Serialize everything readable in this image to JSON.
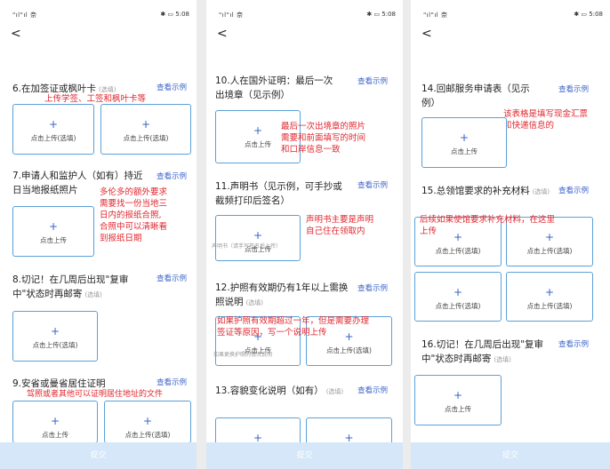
{
  "status_bar": {
    "signal": "\"ıl\"ıl 奈",
    "right": "✱ ▭ 5:08"
  },
  "back_symbol": "<",
  "example_label": "查看示例",
  "upload_label": "点击上传",
  "upload_label_optional": "点击上传(选填)",
  "optional_tag": "(选填)",
  "submit_label": "提交",
  "screen1": {
    "s6": {
      "title": "6.在加签证或枫叶卡",
      "note": "上传学签、工签和枫叶卡等"
    },
    "s7": {
      "title": "7.申请人和监护人（如有）持近日当地报纸照片",
      "note": "多伦多的额外要求\n需要找一份当地三\n日内的报纸合照,\n合照中可以清晰看\n到报纸日期"
    },
    "s8": {
      "title": "8.切记！在几周后出现\"复审中\"状态时再邮寄"
    },
    "s9": {
      "title": "9.安省或曼省居住证明",
      "note": "驾照或者其他可以证明居住地址的文件"
    }
  },
  "screen2": {
    "s10": {
      "title": "10.人在国外证明：最后一次出境章（见示例）",
      "note": "最后一次出境章的照片\n需要和前面填写的时间\n和口岸信息一致"
    },
    "s11": {
      "title": "11.声明书（见示例，可手抄或截频打印后签名）",
      "note": "声明书主要是声明\n自己住在领取内",
      "hint": "声明书（请手写签名后上传）"
    },
    "s12": {
      "title": "12.护照有效期仍有1年以上需换照说明",
      "note": "如果护照有效期超过一年，但是需要办理\n签证等原因，写一个说明上传",
      "hint": "如果更换护照的情况说明"
    },
    "s13": {
      "title": "13.容貌变化说明（如有）"
    }
  },
  "screen3": {
    "s14": {
      "title": "14.回邮服务申请表（见示例）",
      "note": "该表格是填写现金汇票\n和快递信息的"
    },
    "s15": {
      "title": "15.总领馆要求的补充材料",
      "note": "后续如果使馆要求补充材料，在这里\n上传"
    },
    "s16": {
      "title": "16.切记！在几周后出现\"复审中\"状态时再邮寄"
    }
  }
}
